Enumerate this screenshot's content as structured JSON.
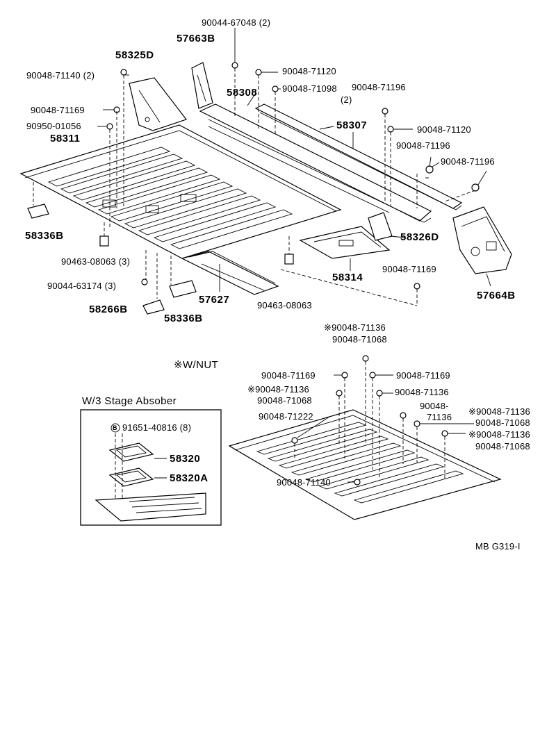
{
  "labels": {
    "p_90044_67048": "90044-67048 (2)",
    "p_57663B": "57663B",
    "p_58325D": "58325D",
    "p_90048_71140_2": "90048-71140 (2)",
    "p_90048_71120_a": "90048-71120",
    "p_90048_71098": "90048-71098",
    "p_90048_71098_qty": "(2)",
    "p_90048_71196_a": "90048-71196",
    "p_58308": "58308",
    "p_90048_71169_a": "90048-71169",
    "p_90950_01056": "90950-01056",
    "p_58311": "58311",
    "p_58307": "58307",
    "p_90048_71120_b": "90048-71120",
    "p_90048_71196_b": "90048-71196",
    "p_90048_71196_c": "90048-71196",
    "p_58336B_a": "58336B",
    "p_58326D": "58326D",
    "p_90463_08063_3": "90463-08063 (3)",
    "p_58314": "58314",
    "p_90048_71169_b": "90048-71169",
    "p_90044_63174": "90044-63174 (3)",
    "p_57627": "57627",
    "p_57664B": "57664B",
    "p_58266B": "58266B",
    "p_58336B_b": "58336B",
    "p_90463_08063": "90463-08063",
    "p_n1_star": "※90048-71136",
    "p_n1": "90048-71068",
    "p_wnut": "※W/NUT",
    "p_n2": "90048-71169",
    "p_n3": "90048-71169",
    "p_n4_star": "※90048-71136",
    "p_n4": "90048-71068",
    "p_n5": "90048-71136",
    "p_stage_title": "W/3 Stage Absober",
    "p_n6": "90048-71222",
    "p_n7a": "90048-",
    "p_n7b": "71136",
    "p_n8_star": "※90048-71136",
    "p_n8": "90048-71068",
    "p_n9_star": "※90048-71136",
    "p_n9": "90048-71068",
    "p_b_mark": "B",
    "p_91651": "91651-40816 (8)",
    "p_58320": "58320",
    "p_58320A": "58320A",
    "p_n10": "90048-71140",
    "p_code": "MB G319-I"
  }
}
